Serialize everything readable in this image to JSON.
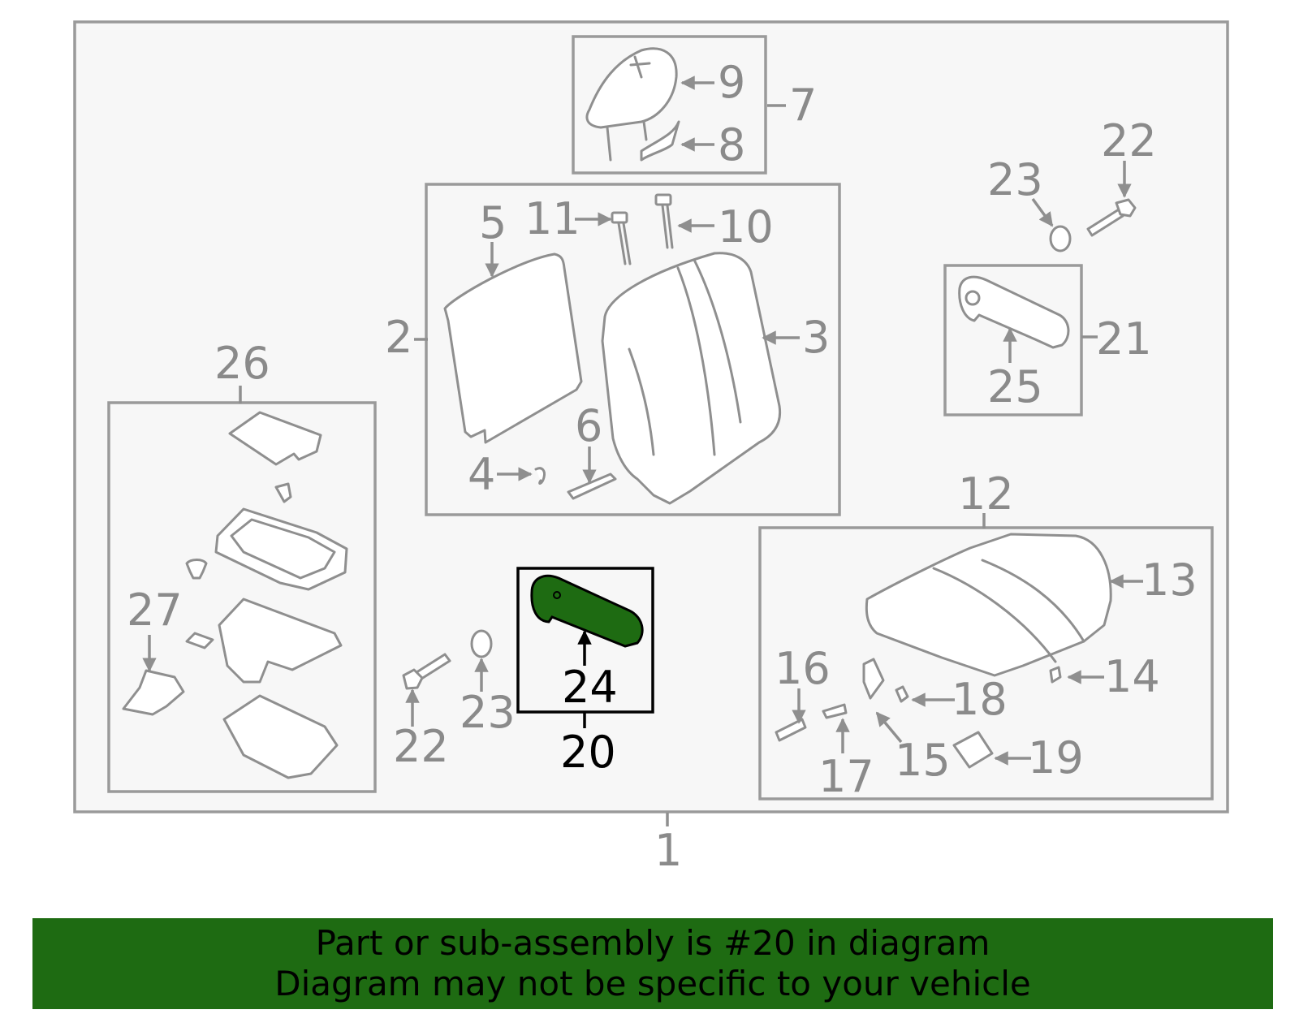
{
  "diagram": {
    "colors": {
      "line": "#8f8f8f",
      "highlight_fill": "#1e6b12",
      "highlight_box": "#000000",
      "banner": "#1e6b12"
    },
    "highlighted_part": "20",
    "callouts": {
      "c1": "1",
      "c2": "2",
      "c3": "3",
      "c4": "4",
      "c5": "5",
      "c6": "6",
      "c7": "7",
      "c8": "8",
      "c9": "9",
      "c10": "10",
      "c11": "11",
      "c12": "12",
      "c13": "13",
      "c14": "14",
      "c15": "15",
      "c16": "16",
      "c17": "17",
      "c18": "18",
      "c19": "19",
      "c20": "20",
      "c21": "21",
      "c22a": "22",
      "c22b": "22",
      "c23a": "23",
      "c23b": "23",
      "c24": "24",
      "c25": "25",
      "c26": "26",
      "c27": "27"
    }
  },
  "banner": {
    "line1": "Part or sub-assembly is #20 in diagram",
    "line2": "Diagram may not be specific to your vehicle"
  }
}
